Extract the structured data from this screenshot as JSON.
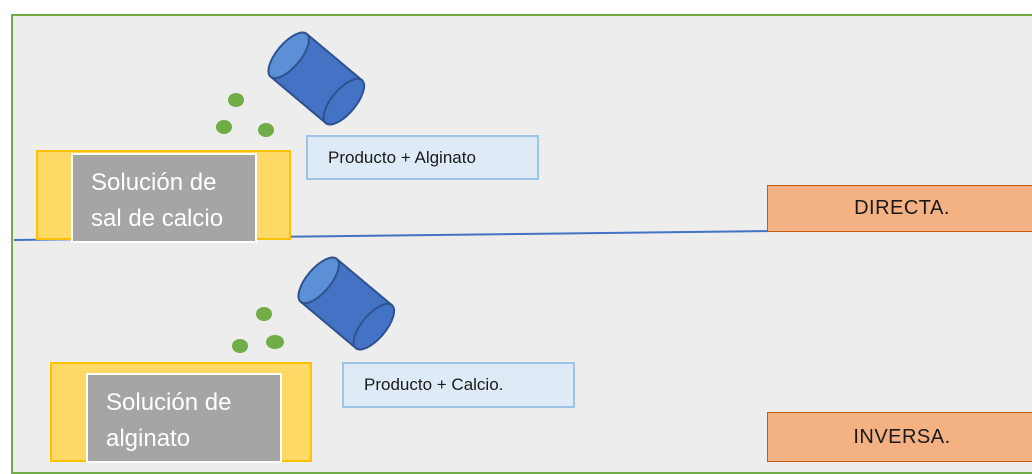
{
  "diagram": {
    "direct": {
      "solution_lines": [
        "Solución de",
        "sal de calcio"
      ],
      "dropper_label": "Producto + Alginato",
      "method_label": "DIRECTA."
    },
    "inverse": {
      "solution_lines": [
        "Solución de",
        "alginato"
      ],
      "dropper_label": "Producto + Calcio.",
      "method_label": "INVERSA."
    },
    "colors": {
      "frame_border": "#70ad47",
      "background": "#ededed",
      "container_fill": "#ffd966",
      "container_border": "#ffc000",
      "solution_fill": "#a5a5a5",
      "label_fill": "#deebf7",
      "label_border": "#9dc3e6",
      "tag_fill": "#f4b183",
      "cylinder_blue": "#4472c4",
      "drop_green": "#70ad47",
      "divider_line": "#4472c4"
    },
    "icons": [
      "cylinder-icon",
      "drop-icon"
    ]
  }
}
